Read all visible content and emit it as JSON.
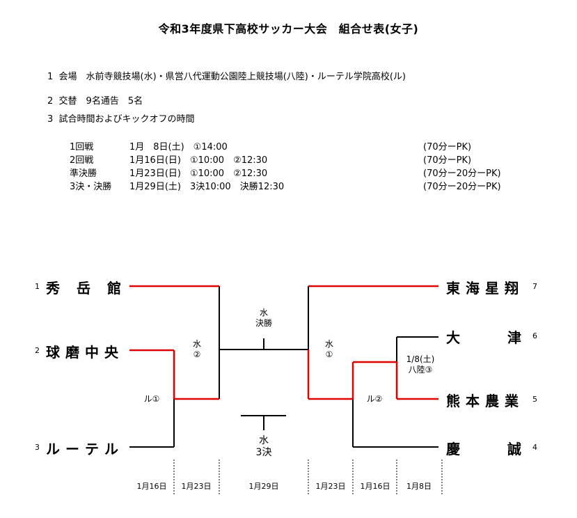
{
  "title": "令和3年度県下高校サッカー大会　組合せ表(女子)",
  "info": {
    "venue_no": "1",
    "venue": "会場　水前寺競技場(水)・県営八代運動公園陸上競技場(八陸)・ルーテル学院高校(ル)",
    "sub_no": "2",
    "sub": "交替　9名通告　5名",
    "time_no": "3",
    "time": "試合時間およびキックオフの時間"
  },
  "schedule": [
    {
      "round": "1回戦",
      "time": "1月　8日(土)　①14:00",
      "format": "(70分ーPK)"
    },
    {
      "round": "2回戦",
      "time": "1月16日(日)　①10:00　②12:30",
      "format": "(70分ーPK)"
    },
    {
      "round": "準決勝",
      "time": "1月23日(日)　①10:00　②12:30",
      "format": "(70分ー20分ーPK)"
    },
    {
      "round": "3決・決勝",
      "time": "1月29日(土)　3決10:00　決勝12:30",
      "format": "(70分ー20分ーPK)"
    }
  ],
  "teams_left": [
    {
      "seed": "1",
      "chars": [
        "秀",
        "岳",
        "館"
      ]
    },
    {
      "seed": "2",
      "chars": [
        "球",
        "磨",
        "中",
        "央"
      ]
    },
    {
      "seed": "3",
      "chars": [
        "ル",
        "ー",
        "テ",
        "ル"
      ]
    }
  ],
  "teams_right": [
    {
      "seed": "7",
      "chars": [
        "東",
        "海",
        "星",
        "翔"
      ]
    },
    {
      "seed": "6",
      "chars": [
        "大",
        "津"
      ]
    },
    {
      "seed": "5",
      "chars": [
        "熊",
        "本",
        "農",
        "業"
      ]
    },
    {
      "seed": "4",
      "chars": [
        "慶",
        "誠"
      ]
    }
  ],
  "matches": {
    "left_r1": "ル①",
    "left_sf_1": "水",
    "left_sf_2": "②",
    "final_1": "水",
    "final_2": "決勝",
    "third_1": "水",
    "third_2": "3決",
    "right_sf_1": "水",
    "right_sf_2": "①",
    "right_r2": "ル②",
    "right_r1_1": "1/8(土)",
    "right_r1_2": "八陸③"
  },
  "dates": [
    "1月16日",
    "1月23日",
    "1月29日",
    "1月23日",
    "1月16日",
    "1月8日"
  ],
  "colors": {
    "winner_line": "#e00000",
    "line": "#000000"
  }
}
